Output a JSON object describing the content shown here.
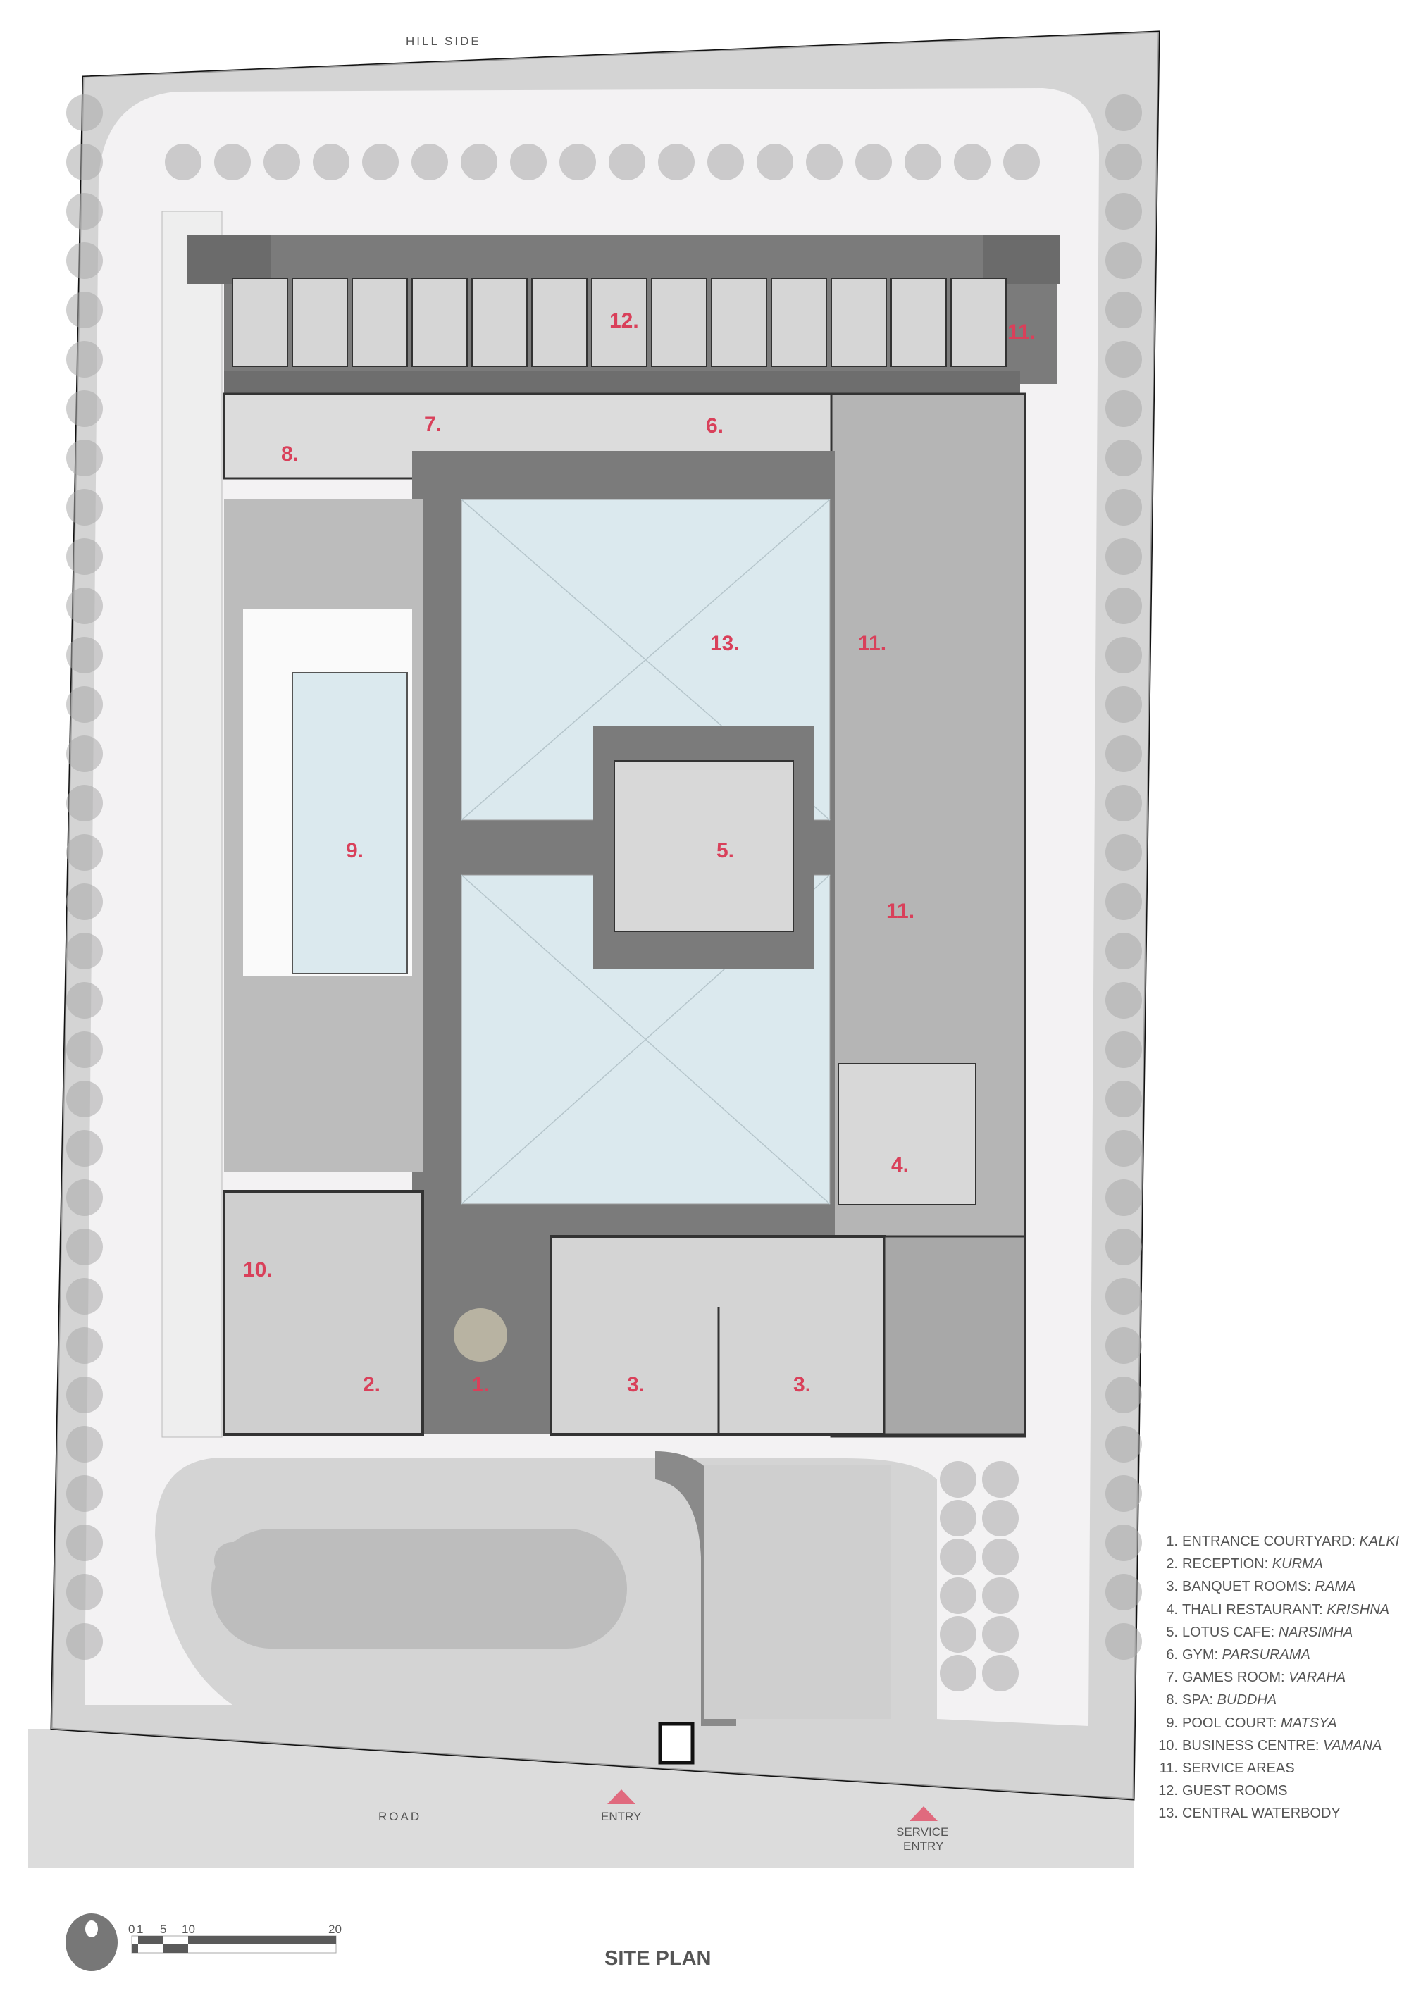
{
  "title": "SITE PLAN",
  "directions": {
    "top": "HILL SIDE",
    "road": "ROAD",
    "entry": "ENTRY",
    "service_entry_line1": "SERVICE",
    "service_entry_line2": "ENTRY"
  },
  "plan_labels": {
    "l1": "1.",
    "l2": "2.",
    "l3a": "3.",
    "l3b": "3.",
    "l4": "4.",
    "l5": "5.",
    "l6": "6.",
    "l7": "7.",
    "l8": "8.",
    "l9": "9.",
    "l10": "10.",
    "l11a": "11.",
    "l11b": "11.",
    "l11c": "11.",
    "l12": "12.",
    "l13": "13."
  },
  "legend": [
    {
      "num": "1.",
      "name": "ENTRANCE COURTYARD: ",
      "deity": "KALKI"
    },
    {
      "num": "2.",
      "name": "RECEPTION: ",
      "deity": "KURMA"
    },
    {
      "num": "3.",
      "name": "BANQUET ROOMS: ",
      "deity": "RAMA"
    },
    {
      "num": "4.",
      "name": "THALI RESTAURANT: ",
      "deity": "KRISHNA"
    },
    {
      "num": "5.",
      "name": "LOTUS CAFE: ",
      "deity": "NARSIMHA"
    },
    {
      "num": "6.",
      "name": "GYM: ",
      "deity": "PARSURAMA"
    },
    {
      "num": "7.",
      "name": "GAMES ROOM: ",
      "deity": "VARAHA"
    },
    {
      "num": "8.",
      "name": "SPA: ",
      "deity": "BUDDHA"
    },
    {
      "num": "9.",
      "name": "POOL COURT: ",
      "deity": "MATSYA"
    },
    {
      "num": "10.",
      "name": "BUSINESS CENTRE: ",
      "deity": "VAMANA"
    },
    {
      "num": "11.",
      "name": "SERVICE AREAS",
      "deity": ""
    },
    {
      "num": "12.",
      "name": "GUEST ROOMS",
      "deity": ""
    },
    {
      "num": "13.",
      "name": "CENTRAL WATERBODY",
      "deity": ""
    }
  ],
  "scale_bar": {
    "ticks": [
      "0",
      "1",
      "5",
      "10",
      "20"
    ]
  },
  "colors": {
    "label": "#d9405a",
    "structure": "#7b7b7b",
    "floor": "#d8d8d8",
    "water": "#dbe9ee",
    "site": "#f3f2f3",
    "road": "#dcdcdc",
    "marker": "#e06a7e"
  }
}
